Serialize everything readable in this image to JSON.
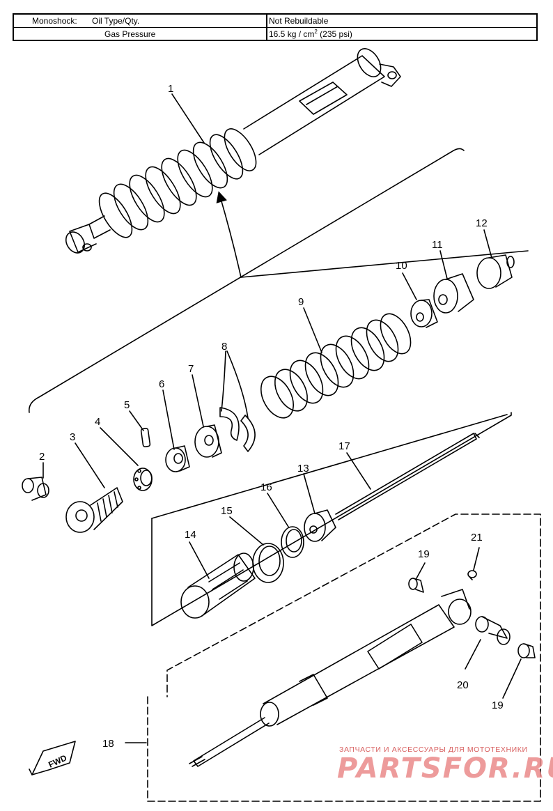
{
  "spec_table": {
    "component": "Monoshock:",
    "rows": [
      {
        "label": "Oil Type/Qty.",
        "value": "Not Rebuildable"
      },
      {
        "label": "Gas Pressure",
        "value": "16.5 kg / cm",
        "value_sup": "2",
        "value_suffix": " (235 psi)"
      }
    ]
  },
  "callouts": [
    "1",
    "2",
    "3",
    "4",
    "5",
    "6",
    "7",
    "8",
    "9",
    "10",
    "11",
    "12",
    "13",
    "14",
    "15",
    "16",
    "17",
    "18",
    "19",
    "19",
    "20",
    "21"
  ],
  "fwd_label": "FWD",
  "watermark": {
    "tagline": "ЗАПЧАСТИ И АКСЕССУАРЫ ДЛЯ МОТОТЕХНИКИ",
    "brand": "PARTSFOR.RU"
  }
}
